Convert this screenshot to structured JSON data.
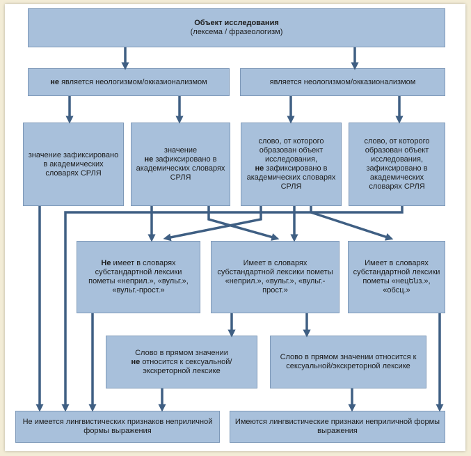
{
  "root": {
    "title": "Объект исследования",
    "subtitle": "(лексема / фразеологизм)"
  },
  "level1": {
    "left_bold": "не",
    "left_rest": " является неологизмом/окказионализмом",
    "right": "является неологизмом/окказионализмом"
  },
  "level2": {
    "box1": "значение зафиксировано в академических словарях СРЛЯ",
    "box2_line1": "значение",
    "box2_bold": "не",
    "box2_rest": " зафиксировано в академических словарях СРЛЯ",
    "box3_pre": "слово, от которого образован объект исследования,",
    "box3_bold": "не",
    "box3_rest": " зафиксировано в академических словарях СРЛЯ",
    "box4": "слово, от которого образован объект исследования, зафиксировано в академических словарях СРЛЯ"
  },
  "level3": {
    "box1_bold": "Не",
    "box1_rest": " имеет в словарях субстандартной лексики пометы «неприл.», «вульг.», «вульг.-прост.»",
    "box2": "Имеет в словарях субстандартной лексики пометы «неприл.», «вульг.», «вульг.-прост.»",
    "box3": "Имеет в словарях субстандартной лексики пометы «нецենз.», «обсц.»"
  },
  "level4": {
    "box1_pre": "Слово в прямом значении",
    "box1_bold": "не",
    "box1_rest": " относится к сексуальной/экскреторной лексике",
    "box2": "Слово в прямом значении относится к сексуальной/экскреторной лексике"
  },
  "results": {
    "negative": "Не имеется лингвистических признаков неприличной формы выражения",
    "positive": "Имеются лингвистические признаки неприличной формы выражения"
  }
}
